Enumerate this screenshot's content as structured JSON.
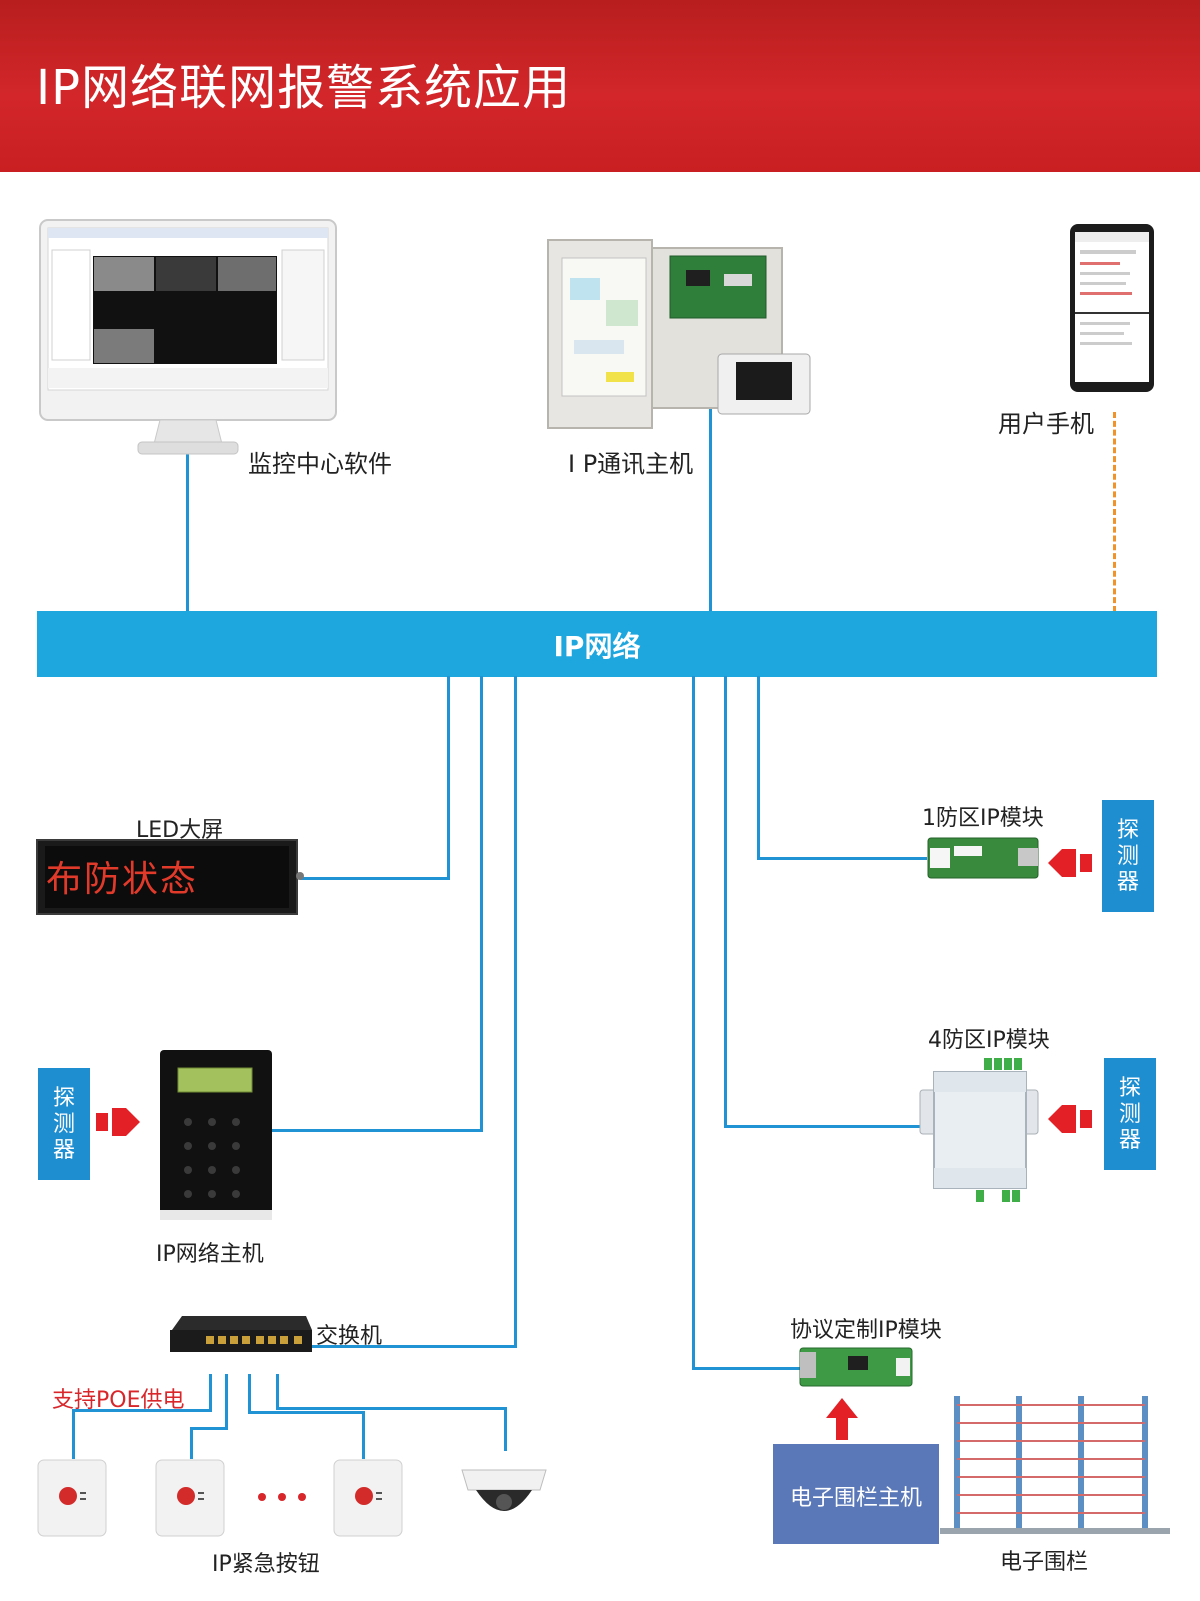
{
  "title": "IP网络联网报警系统应用",
  "network": "IP网络",
  "devices": {
    "monitor_software": "监控中心软件",
    "comm_host": "I P通讯主机",
    "user_phone": "用户手机",
    "led_screen": "LED大屏",
    "led_text": "布防状态",
    "zone1_module": "1防区IP模块",
    "zone4_module": "4防区IP模块",
    "network_host": "IP网络主机",
    "switch": "交换机",
    "poe": "支持POE供电",
    "protocol_module": "协议定制IP模块",
    "emergency_button": "IP紧急按钮",
    "fence_host": "电子围栏主机",
    "fence": "电子围栏"
  },
  "detector_label": "探测器",
  "colors": {
    "header_red": "#c91f22",
    "bus_blue": "#1ea6df",
    "wire_blue": "#1f93d3",
    "arrow_red": "#e22026",
    "wireless_orange": "#f0932b",
    "fence_host_blue": "#5a78b8"
  }
}
